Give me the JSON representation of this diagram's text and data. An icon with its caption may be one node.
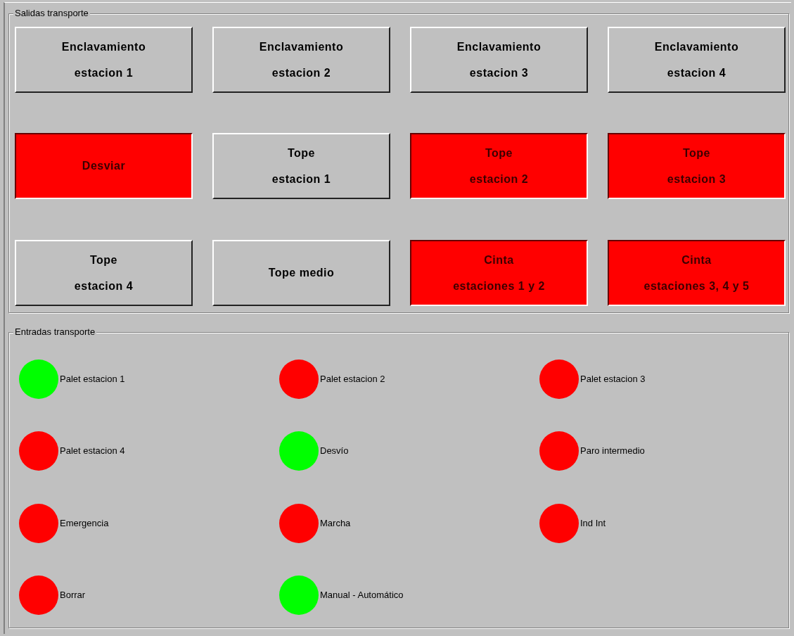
{
  "diagram": {
    "nodes": [
      {
        "text": [
          "Salidas transporte"
        ]
      },
      {
        "text": [
          "Enclavamiento",
          "estacion 1"
        ],
        "in": 0
      },
      {
        "text": [
          "Enclavamiento",
          "estacion 2"
        ],
        "in": 0
      },
      {
        "text": [
          "Enclavamiento",
          "estacion 3"
        ],
        "in": 0
      },
      {
        "text": [
          "Enclavamiento",
          "estacion 4"
        ],
        "in": 0
      },
      {
        "text": [
          "Desviar"
        ],
        "in": 0
      },
      {
        "text": [
          "Tope",
          "estacion 1"
        ],
        "in": 0
      },
      {
        "text": [
          "Tope",
          "estacion 2"
        ],
        "in": 0
      },
      {
        "text": [
          "Tope",
          "estacion 3"
        ],
        "in": 0
      },
      {
        "text": [
          "Tope",
          "estacion 4"
        ],
        "in": 0
      },
      {
        "text": [
          "Tope medio"
        ],
        "in": 0
      },
      {
        "text": [
          "Cinta",
          "estaciones 1 y 2"
        ],
        "in": 0
      },
      {
        "text": [
          "Cinta",
          "estaciones 3, 4 y 5"
        ],
        "in": 0
      },
      {
        "text": [
          "Entradas transporte"
        ]
      },
      {
        "text": [],
        "shape": "circle",
        "in": 13,
        "beside": [
          "Palet estacion 1"
        ]
      },
      {
        "text": [],
        "shape": "circle",
        "in": 13,
        "beside": [
          "Palet estacion 2"
        ]
      },
      {
        "text": [],
        "shape": "circle",
        "in": 13,
        "beside": [
          "Palet estacion 3"
        ]
      },
      {
        "text": [],
        "shape": "circle",
        "in": 13,
        "beside": [
          "Palet estacion 4"
        ]
      },
      {
        "text": [],
        "shape": "circle",
        "in": 13,
        "beside": [
          "Desvío"
        ]
      },
      {
        "text": [],
        "shape": "circle",
        "in": 13,
        "beside": [
          "Paro intermedio"
        ]
      },
      {
        "text": [],
        "shape": "circle",
        "in": 13,
        "beside": [
          "Emergencia"
        ]
      },
      {
        "text": [],
        "shape": "circle",
        "in": 13,
        "beside": [
          "Marcha"
        ]
      },
      {
        "text": [],
        "shape": "circle",
        "in": 13,
        "beside": [
          "Ind Int"
        ]
      },
      {
        "text": [],
        "shape": "circle",
        "in": 13,
        "beside": [
          "Borrar"
        ]
      },
      {
        "text": [],
        "shape": "circle",
        "in": 13,
        "beside": [
          "Manual - Automático"
        ]
      }
    ]
  }
}
